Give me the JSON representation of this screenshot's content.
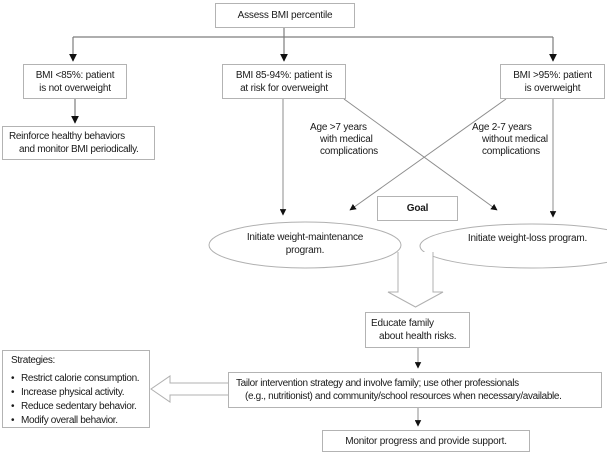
{
  "colors": {
    "background": "#ffffff",
    "connector": "#7d7d7d",
    "thin_connector": "#8d8d8d",
    "box_border": "#b3b3b3",
    "shape_outline": "#b0b0b0",
    "arrowhead": "#111111",
    "text": "#1a1a1a"
  },
  "nodes": {
    "assess": {
      "text": "Assess BMI percentile"
    },
    "bmi_low": {
      "line1": "BMI <85%: patient",
      "line2": "is not overweight"
    },
    "bmi_mid": {
      "line1": "BMI 85-94%: patient is",
      "line2": "at risk for overweight"
    },
    "bmi_high": {
      "line1": "BMI >95%: patient",
      "line2": "is overweight"
    },
    "reinforce": {
      "line1": "Reinforce healthy behaviors",
      "line2": "and monitor BMI periodically."
    },
    "age_older": {
      "line1": "Age >7 years",
      "line2": "with medical",
      "line3": "complications"
    },
    "age_younger": {
      "line1": "Age 2-7 years",
      "line2": "without medical",
      "line3": "complications"
    },
    "goal": {
      "text": "Goal"
    },
    "maintenance": {
      "line1": "Initiate weight-maintenance",
      "line2": "program."
    },
    "weight_loss": {
      "text": "Initiate weight-loss program."
    },
    "educate": {
      "line1": "Educate family",
      "line2": "about health risks."
    },
    "tailor": {
      "line1": "Tailor intervention strategy and involve family; use other professionals",
      "line2": "(e.g., nutritionist) and community/school resources when necessary/available."
    },
    "strategies": {
      "heading": "Strategies:",
      "bullets": [
        "Restrict calorie consumption.",
        "Increase physical activity.",
        "Reduce sedentary behavior.",
        "Modify overall behavior."
      ]
    },
    "monitor": {
      "text": "Monitor progress and provide support."
    }
  }
}
